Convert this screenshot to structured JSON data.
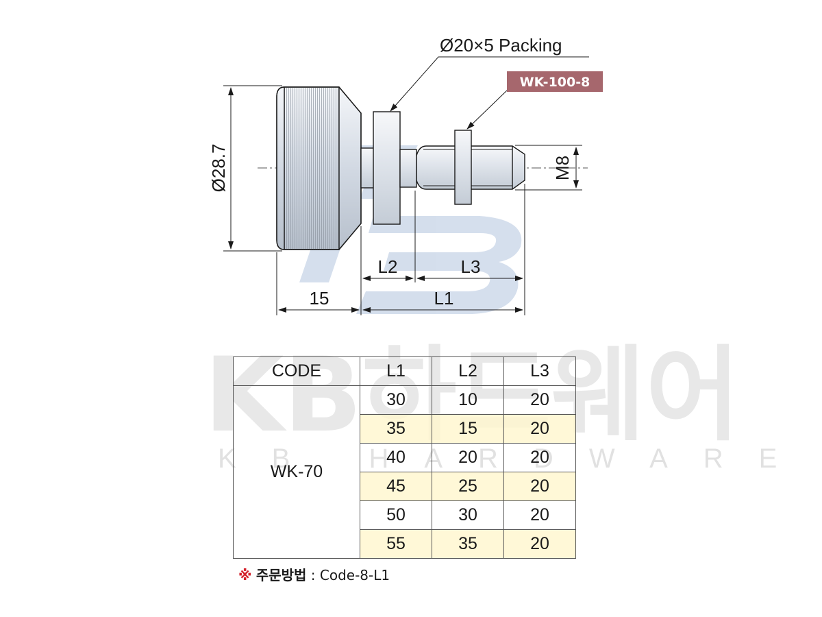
{
  "watermark": {
    "brand": "KB하드웨어",
    "sub": "KB HARDWARE"
  },
  "drawing": {
    "callout_packing": "Ø20×5 Packing",
    "part_label": "WK-100-8",
    "dim_diameter": "Ø28.7",
    "dim_thread": "M8",
    "dim_l2": "L2",
    "dim_l3": "L3",
    "dim_15": "15",
    "dim_l1": "L1",
    "colors": {
      "part_label_bg": "#a6676d",
      "line": "#1a1a1a",
      "metal": "#dfe5ee",
      "watermark_blue": "#c3d1e5"
    }
  },
  "table": {
    "headers": [
      "CODE",
      "L1",
      "L2",
      "L3"
    ],
    "code": "WK-70",
    "rows": [
      {
        "l1": "30",
        "l2": "10",
        "l3": "20"
      },
      {
        "l1": "35",
        "l2": "15",
        "l3": "20"
      },
      {
        "l1": "40",
        "l2": "20",
        "l3": "20"
      },
      {
        "l1": "45",
        "l2": "25",
        "l3": "20"
      },
      {
        "l1": "50",
        "l2": "30",
        "l3": "20"
      },
      {
        "l1": "55",
        "l2": "35",
        "l3": "20"
      }
    ],
    "shade_color": "#fff6cd"
  },
  "order": {
    "mark": "※",
    "label": "주문방법",
    "separator": ":",
    "value": "Code-8-L1"
  }
}
